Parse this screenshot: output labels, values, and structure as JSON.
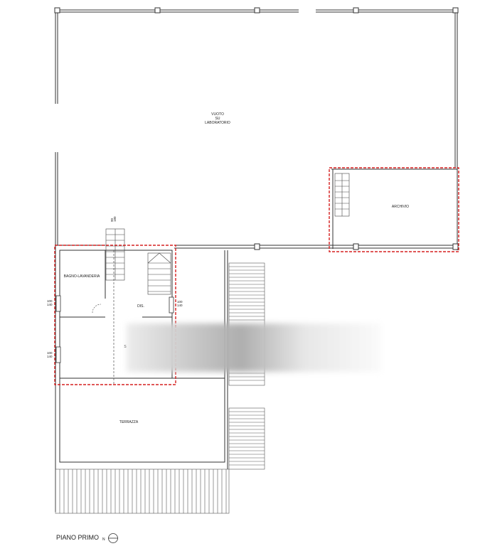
{
  "drawing": {
    "title": "PIANO PRIMO",
    "north_letter": "N"
  },
  "rooms": {
    "vuoto_line1": "VUOTO",
    "vuoto_line2": "SU",
    "vuoto_line3": "LABORATORIO",
    "archivio": "ARCHIVIO",
    "bagno": "BAGNO-LAVANDERIA",
    "dis": "DIS.",
    "s": "S",
    "terrazza": "TERRAZZA"
  },
  "dimensions": {
    "stair_top_a": "90",
    "stair_top_b": "180",
    "win_left_upper_w": "100",
    "win_left_upper_h": "140",
    "win_left_lower_w": "100",
    "win_left_lower_h": "140",
    "win_mid_w": "100",
    "win_mid_h": "140"
  },
  "highlight_color": "#d62020",
  "wall_color": "#333333"
}
